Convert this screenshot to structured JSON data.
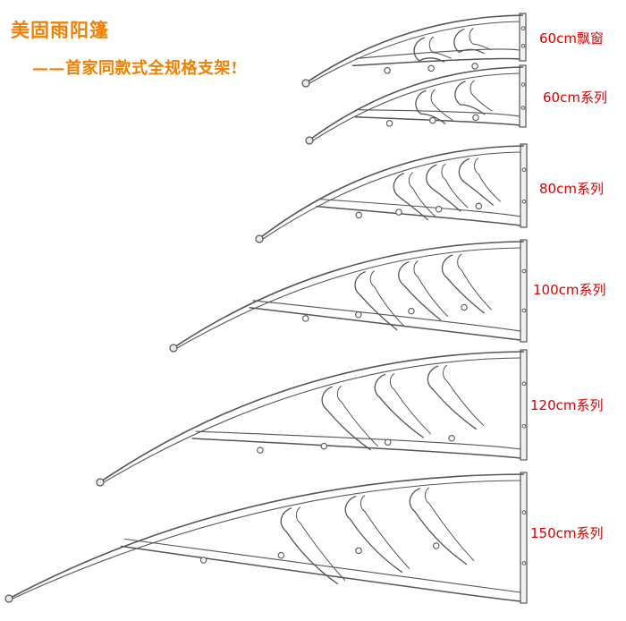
{
  "heading": {
    "title": "美固雨阳篷",
    "subtitle": "——首家同款式全规格支架!"
  },
  "colors": {
    "heading": "#f08000",
    "label": "#d90000",
    "bracket_stroke": "#555555"
  },
  "brackets": [
    {
      "label": "60cm飘窗"
    },
    {
      "label": "60cm系列"
    },
    {
      "label": "80cm系列"
    },
    {
      "label": "100cm系列"
    },
    {
      "label": "120cm系列"
    },
    {
      "label": "150cm系列"
    }
  ]
}
